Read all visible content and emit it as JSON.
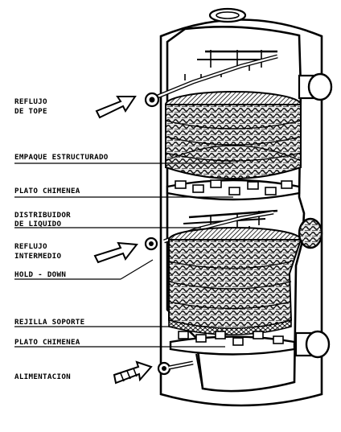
{
  "labels": {
    "reflujo_tope_1": "REFLUJO",
    "reflujo_tope_2": "DE TOPE",
    "empaque_estructurado": "EMPAQUE ESTRUCTURADO",
    "plato_chimenea_top": "PLATO CHIMENEA",
    "distribuidor_1": "DISTRIBUIDOR",
    "distribuidor_2": "DE LIQUIDO",
    "reflujo_inter_1": "REFLUJO",
    "reflujo_inter_2": "INTERMEDIO",
    "hold_down": "HOLD - DOWN",
    "rejilla_soporte": "REJILLA SOPORTE",
    "plato_chimenea_bottom": "PLATO CHIMENEA",
    "alimentacion": "ALIMENTACION"
  },
  "colors": {
    "ink": "#000000",
    "paper": "#ffffff",
    "packing": "#2b2b2b"
  }
}
